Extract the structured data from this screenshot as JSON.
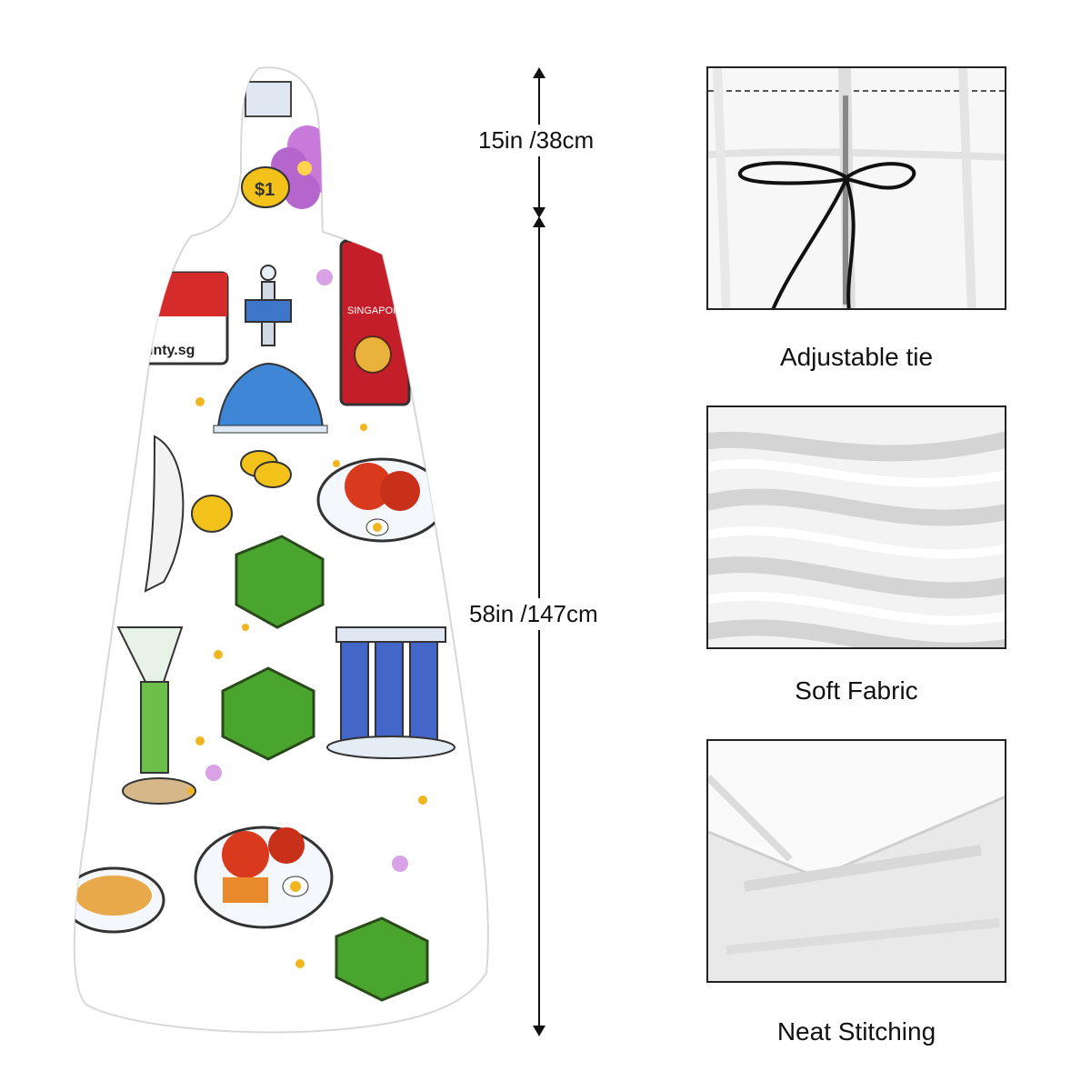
{
  "measurements": {
    "hood": "15in /38cm",
    "body": "58in /147cm"
  },
  "details": [
    {
      "caption": "Adjustable tie"
    },
    {
      "caption": "Soft Fabric"
    },
    {
      "caption": "Neat Stitching"
    }
  ],
  "print_text": {
    "brand": "printy.sg",
    "passport": "SINGAPORE",
    "coin": "$1"
  }
}
